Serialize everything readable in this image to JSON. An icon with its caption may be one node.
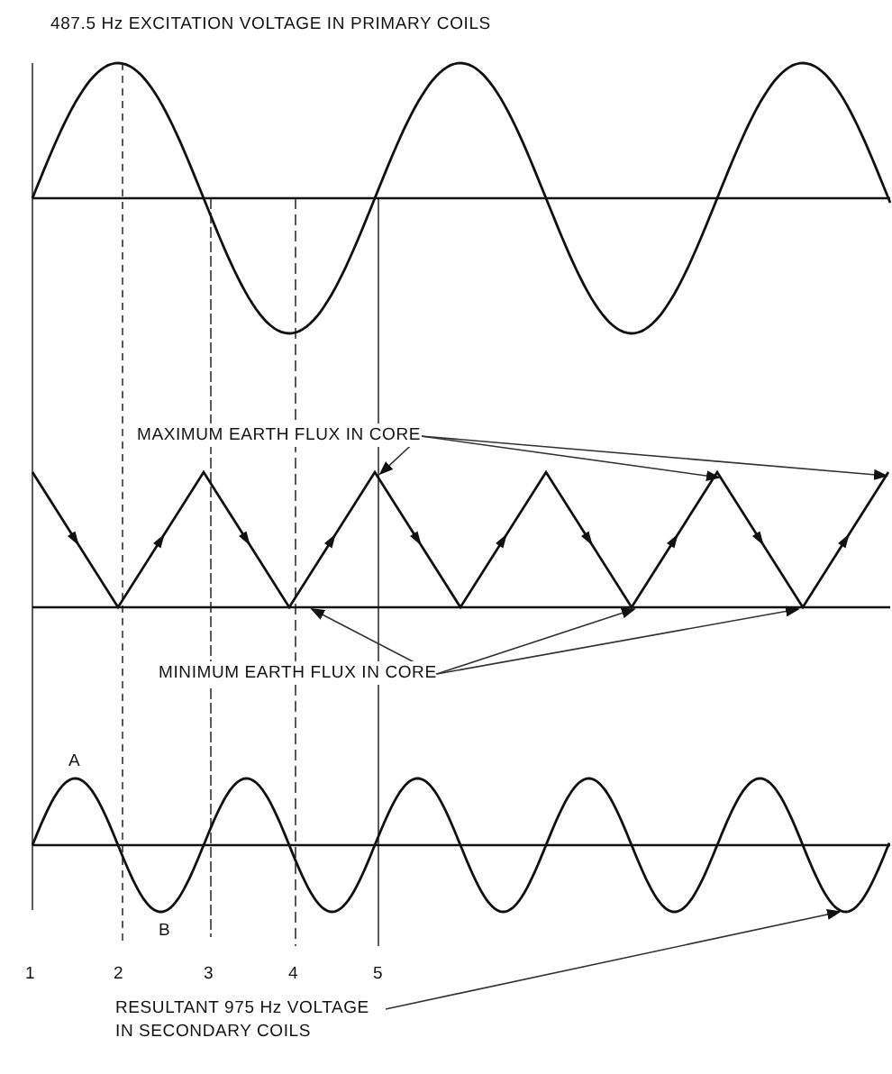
{
  "diagram": {
    "title": "487.5 Hz EXCITATION VOLTAGE IN PRIMARY COILS",
    "nodes": [
      {
        "text": [
          "MAXIMUM EARTH FLUX IN CORE"
        ]
      },
      {
        "text": [],
        "shape": "picture"
      },
      {
        "text": [
          "MINIMUM EARTH FLUX IN CORE"
        ]
      },
      {
        "text": [],
        "shape": "picture"
      },
      {
        "text": [
          "RESULTANT 975 Hz VOLTAGE IN SECONDARY COILS"
        ]
      }
    ],
    "edges": [
      {
        "from": 0,
        "to": 1,
        "arrow": "to"
      },
      {
        "from": 0,
        "to": 1,
        "arrow": "to"
      },
      {
        "from": 0,
        "to": 1,
        "arrow": "to"
      },
      {
        "from": 2,
        "to": 1,
        "arrow": "to"
      },
      {
        "from": 2,
        "to": 1,
        "arrow": "to"
      },
      {
        "from": 2,
        "to": 1,
        "arrow": "to"
      },
      {
        "from": 4,
        "to": 3,
        "arrow": "to"
      }
    ],
    "labels": [
      "A",
      "B",
      "1",
      "2",
      "3",
      "4",
      "5"
    ]
  }
}
